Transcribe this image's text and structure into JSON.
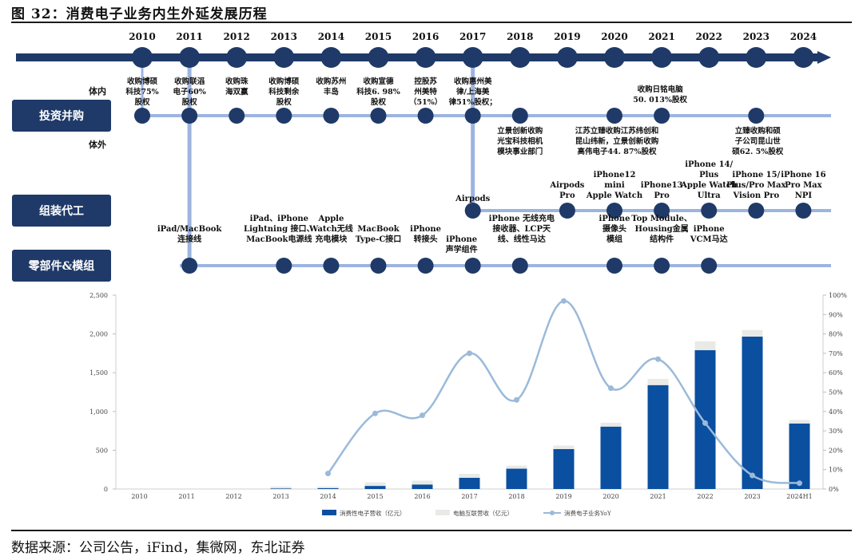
{
  "figure": {
    "title": "图 32：消费电子业务内生外延发展历程",
    "source": "数据来源：公司公告，iFind，集微网，东北证券"
  },
  "colors": {
    "navy": "#1f3a68",
    "light_line": "#9db4df",
    "bar_main": "#0a4fa0",
    "bar_light": "#e9e9e6",
    "yoy_line": "#9bbad9"
  },
  "timeline": {
    "years": [
      "2010",
      "2011",
      "2012",
      "2013",
      "2014",
      "2015",
      "2016",
      "2017",
      "2018",
      "2019",
      "2020",
      "2021",
      "2022",
      "2023",
      "2024"
    ],
    "rows": [
      {
        "id": "ma",
        "label": "投资并购"
      },
      {
        "id": "assembly",
        "label": "组装代工"
      },
      {
        "id": "parts",
        "label": "零部件&模组"
      }
    ],
    "side_labels": {
      "inner": "体内",
      "outer": "体外"
    },
    "ma_inner_events": [
      {
        "year": "2010",
        "lines": [
          "收购博硕",
          "科技75%",
          "股权"
        ]
      },
      {
        "year": "2011",
        "lines": [
          "收购联滔",
          "电子60%",
          "股权"
        ]
      },
      {
        "year": "2012",
        "lines": [
          "收购珠",
          "海双赢"
        ]
      },
      {
        "year": "2013",
        "lines": [
          "收购博硕",
          "科技剩余",
          "股权"
        ]
      },
      {
        "year": "2014",
        "lines": [
          "收购苏州",
          "丰岛"
        ]
      },
      {
        "year": "2015",
        "lines": [
          "收购宣德",
          "科技6. 98%",
          "股权"
        ]
      },
      {
        "year": "2016",
        "lines": [
          "控股苏",
          "州美特",
          "（51%）"
        ]
      },
      {
        "year": "2017",
        "lines": [
          "收购惠州美",
          "律/上海美",
          "律51%股权；"
        ]
      },
      {
        "year": "2021",
        "lines": [
          "收购日铭电脑",
          "50. 013%股权"
        ]
      }
    ],
    "ma_outer_events": [
      {
        "year": "2018",
        "lines": [
          "立景创新收购",
          "光宝科技相机",
          "模块事业部门"
        ]
      },
      {
        "year": "2020",
        "lines": [
          "江苏立臻收购江苏纬创和",
          "昆山纬新，立景创新收购",
          "高伟电子44. 87%股权"
        ]
      },
      {
        "year": "2023",
        "lines": [
          "立臻收购和硕",
          "子公司昆山世",
          "硕62. 5%股权"
        ]
      }
    ],
    "assembly_events": [
      {
        "year": "2017",
        "lines": [
          "Airpods"
        ]
      },
      {
        "year": "2019",
        "lines": [
          "Airpods",
          "Pro"
        ]
      },
      {
        "year": "2020",
        "lines": [
          "iPhone12",
          "mini",
          "Apple Watch"
        ]
      },
      {
        "year": "2021",
        "lines": [
          "iPhone13",
          "Pro"
        ]
      },
      {
        "year": "2022",
        "lines": [
          "iPhone 14/",
          "Plus",
          "Apple Watch",
          "Ultra"
        ]
      },
      {
        "year": "2023",
        "lines": [
          "iPhone 15/",
          "Plus/Pro Max",
          "Vision Pro"
        ]
      },
      {
        "year": "2024",
        "lines": [
          "iPhone 16",
          "Pro Max",
          "NPI"
        ]
      }
    ],
    "parts_events": [
      {
        "year": "2011",
        "lines": [
          "iPad/MacBook",
          "连接线"
        ]
      },
      {
        "year": "2013",
        "lines": [
          "iPad、iPhone",
          "Lightning 接口、",
          "MacBook电源线"
        ]
      },
      {
        "year": "2014",
        "lines": [
          "Apple",
          "Watch无线",
          "充电模块"
        ]
      },
      {
        "year": "2015",
        "lines": [
          "MacBook",
          "Type-C接口"
        ]
      },
      {
        "year": "2016",
        "lines": [
          "iPhone",
          "转接头"
        ]
      },
      {
        "year": "2017",
        "lines": [
          "iPhone",
          "声学组件"
        ]
      },
      {
        "year": "2018",
        "lines": [
          "iPhone 无线充电",
          "接收器、LCP天",
          "线、线性马达"
        ]
      },
      {
        "year": "2020",
        "lines": [
          "iPhone",
          "摄像头",
          "模组"
        ]
      },
      {
        "year": "2021",
        "lines": [
          "Top Module、",
          "Housing金属",
          "结构件"
        ]
      },
      {
        "year": "2022",
        "lines": [
          "iPhone",
          "VCM马达"
        ]
      }
    ]
  },
  "chart_data": {
    "type": "bar",
    "categories": [
      "2010",
      "2011",
      "2012",
      "2013",
      "2014",
      "2015",
      "2016",
      "2017",
      "2018",
      "2019",
      "2020",
      "2021",
      "2022",
      "2023",
      "2024H1"
    ],
    "series": [
      {
        "name": "消费性电子营收（亿元）",
        "kind": "bar",
        "axis": "left",
        "values": [
          0,
          0,
          0,
          8,
          12,
          40,
          58,
          145,
          262,
          515,
          805,
          1340,
          1790,
          1965,
          845
        ]
      },
      {
        "name": "电脑互联营收（亿元）",
        "kind": "bar-stacked",
        "axis": "left",
        "values": [
          0,
          0,
          0,
          24,
          20,
          45,
          50,
          50,
          40,
          45,
          50,
          80,
          115,
          85,
          45
        ]
      },
      {
        "name": "消费电子业务YoY",
        "kind": "line",
        "axis": "right",
        "values": [
          null,
          null,
          null,
          null,
          8,
          39,
          38,
          70,
          46,
          97,
          52,
          67,
          34,
          7,
          3
        ]
      }
    ],
    "y_left": {
      "range": [
        0,
        2500
      ],
      "ticks": [
        "0",
        "500",
        "1,000",
        "1,500",
        "2,000",
        "2,500"
      ]
    },
    "y_right": {
      "range": [
        0,
        100
      ],
      "ticks": [
        "0%",
        "10%",
        "20%",
        "30%",
        "40%",
        "50%",
        "60%",
        "70%",
        "80%",
        "90%",
        "100%"
      ]
    },
    "legend_position": "bottom",
    "grid": false
  }
}
